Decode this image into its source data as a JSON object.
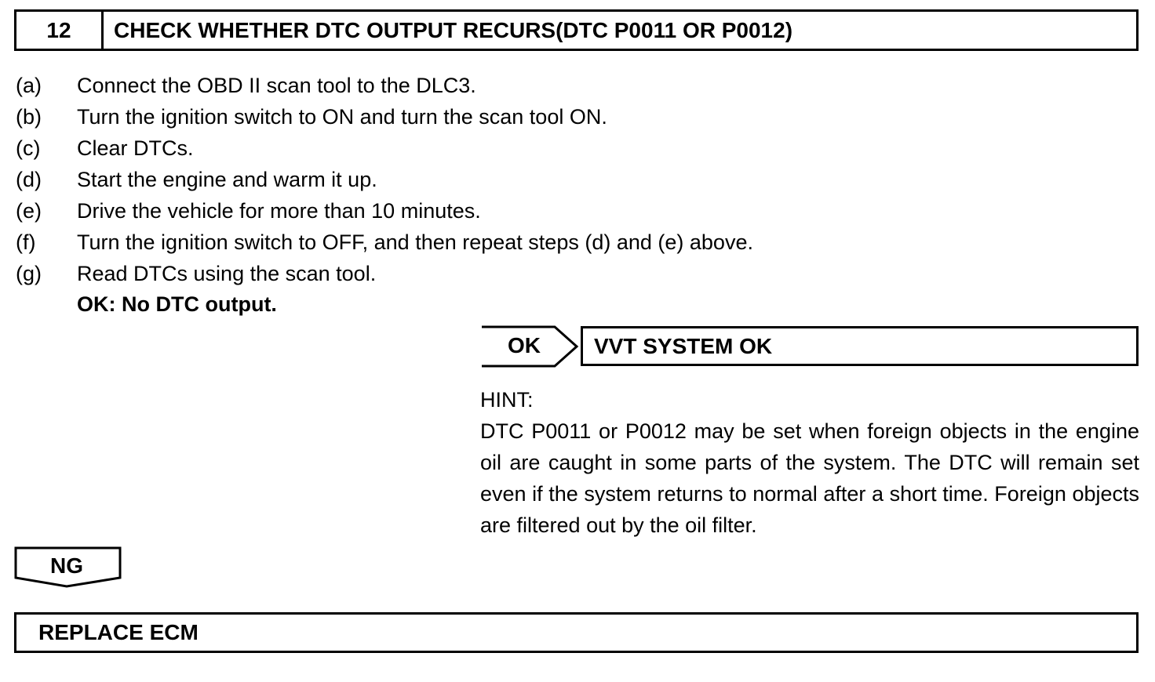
{
  "header": {
    "step_number": "12",
    "title": "CHECK WHETHER DTC OUTPUT RECURS(DTC P0011 OR P0012)"
  },
  "steps": [
    {
      "letter": "(a)",
      "text": "Connect the OBD II scan tool to the DLC3."
    },
    {
      "letter": "(b)",
      "text": "Turn the ignition switch to ON and turn the scan tool ON."
    },
    {
      "letter": "(c)",
      "text": "Clear DTCs."
    },
    {
      "letter": "(d)",
      "text": "Start the engine and warm it up."
    },
    {
      "letter": "(e)",
      "text": "Drive the vehicle for more than 10 minutes."
    },
    {
      "letter": "(f)",
      "text": "Turn the ignition switch to OFF, and then repeat steps (d) and (e) above."
    },
    {
      "letter": "(g)",
      "text": "Read DTCs using the scan tool."
    }
  ],
  "ok_criteria": "OK: No DTC output.",
  "ok_branch": {
    "label": "OK",
    "result": "VVT SYSTEM OK"
  },
  "hint": {
    "label": "HINT:",
    "text": "DTC P0011 or P0012 may be set when foreign objects in the engine oil are caught in some parts of the system. The DTC will remain set even if the system returns to normal after a short time. Foreign objects are filtered out by the oil filter."
  },
  "ng_branch": {
    "label": "NG",
    "action": "REPLACE ECM"
  }
}
